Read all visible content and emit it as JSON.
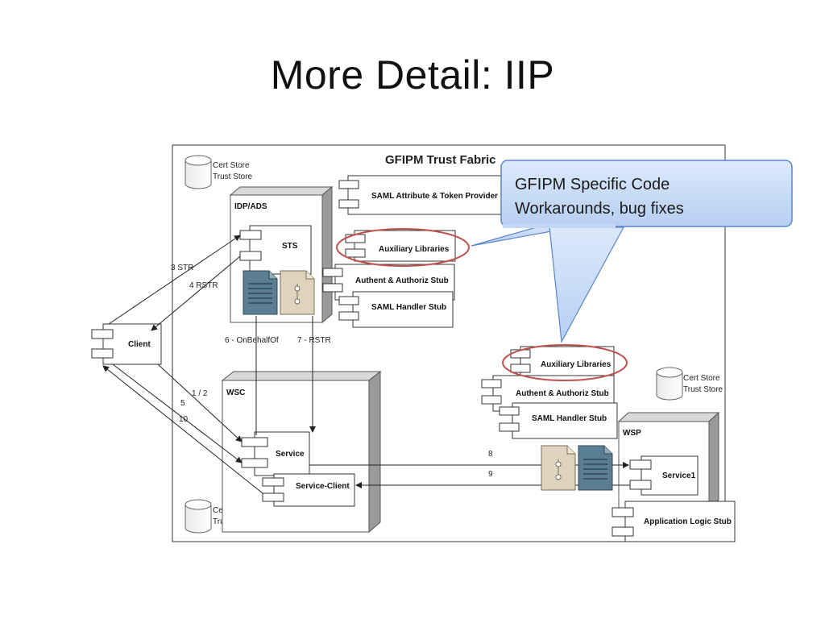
{
  "slide": {
    "title": "More Detail: IIP"
  },
  "diagram": {
    "frame_title": "GFIPM Trust Fabric",
    "cert_store": [
      "Cert Store",
      "Trust Store"
    ],
    "idp": {
      "label": "IDP/ADS",
      "sts": "STS"
    },
    "top_components": {
      "saml_provider": "SAML Attribute & Token Provider",
      "aux": "Auxiliary Libraries",
      "authent": "Authent & Authoriz Stub",
      "handler": "SAML Handler Stub"
    },
    "client": "Client",
    "wsc": {
      "label": "WSC",
      "service": "Service",
      "service_client": "Service-Client"
    },
    "mid_components": {
      "aux": "Auxiliary Libraries",
      "authent": "Authent & Authoriz Stub",
      "handler": "SAML Handler Stub"
    },
    "wsp": {
      "label": "WSP",
      "service": "Service1",
      "app_stub": "Application Logic Stub"
    },
    "arrows": {
      "str": "3 STR",
      "rstr": "4 RSTR",
      "onbehalf": "6 - OnBehalfOf",
      "rstr7": "7 - RSTR",
      "one_two": "1 / 2",
      "five": "5",
      "ten": "10",
      "eight": "8",
      "nine": "9"
    }
  },
  "callout": {
    "line1": "GFIPM Specific Code",
    "line2": "Workarounds, bug fixes",
    "fill": "#cfe0f8",
    "border": "#5a86c8"
  },
  "highlight_color": "#c0504d"
}
